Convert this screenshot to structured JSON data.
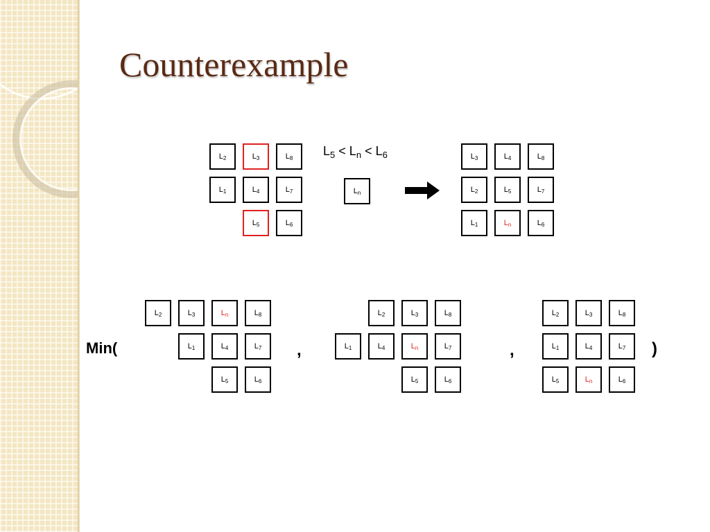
{
  "title": "Counterexample",
  "condition": {
    "a": "L",
    "a_sub": "5",
    "lt1": "<",
    "b": "L",
    "b_sub": "n",
    "lt2": "<",
    "c": "L",
    "c_sub": "6"
  },
  "inserted_cell": {
    "label": "L",
    "sub": "n"
  },
  "min_prefix": "Min(",
  "separator": ",",
  "close_paren": ")",
  "colors": {
    "title": "#5a2a14",
    "highlight": "#e02020",
    "sidebar": "#f3e6c2"
  }
}
